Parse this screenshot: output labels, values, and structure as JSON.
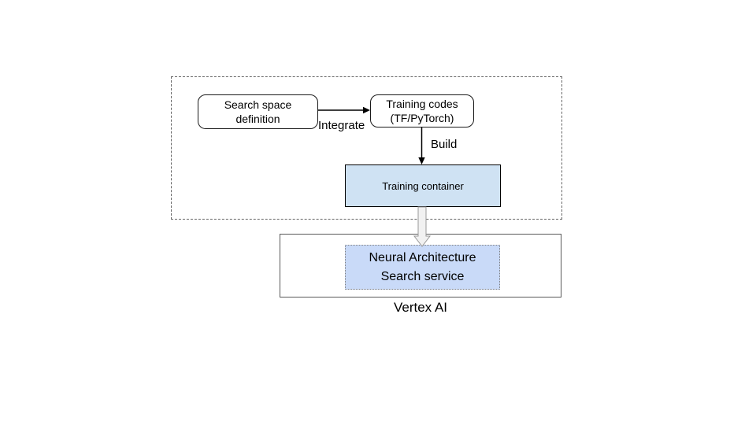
{
  "diagram": {
    "nodes": {
      "search_space": {
        "label": "Search space\ndefinition"
      },
      "training_codes": {
        "label": "Training codes\n(TF/PyTorch)"
      },
      "training_container": {
        "label": "Training container"
      },
      "nas_service": {
        "label": "Neural Architecture\nSearch service"
      }
    },
    "edge_labels": {
      "integrate": "Integrate",
      "build": "Build"
    },
    "group_labels": {
      "vertex_ai": "Vertex AI"
    },
    "colors": {
      "background": "#ffffff",
      "training_container_fill": "#cfe2f3",
      "nas_service_fill": "#c9daf8",
      "node_border": "#000000",
      "dashed_group_border": "#666666",
      "vertex_group_border": "#595959",
      "arrow": "#000000",
      "thick_arrow_fill": "#f1f1f1",
      "thick_arrow_stroke": "#999999"
    }
  }
}
